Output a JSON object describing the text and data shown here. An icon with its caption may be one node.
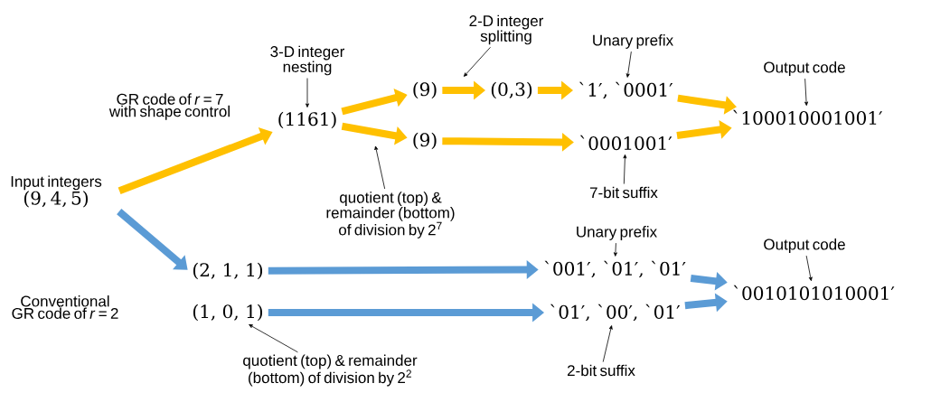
{
  "diagram": {
    "nodes": [
      {
        "text": [
          "Input integers",
          "(9, 4, 5)"
        ]
      },
      {
        "text": [
          "(1161)"
        ]
      },
      {
        "text": [
          "(9)"
        ]
      },
      {
        "text": [
          "(9)"
        ]
      },
      {
        "text": [
          "(0,3)"
        ]
      },
      {
        "text": [
          "`1′, `0001′"
        ]
      },
      {
        "text": [
          "`0001001′"
        ]
      },
      {
        "text": [
          "`100010001001′"
        ]
      },
      {
        "text": [
          "(2, 1, 1)"
        ]
      },
      {
        "text": [
          "(1, 0, 1)"
        ]
      },
      {
        "text": [
          "`001′, `01′, `01′"
        ]
      },
      {
        "text": [
          "`01′, `00′, `01′"
        ]
      },
      {
        "text": [
          "`0010101010001′"
        ]
      },
      {
        "text": [
          "3-D integer nesting"
        ]
      },
      {
        "text": [
          "2-D integer splitting"
        ]
      },
      {
        "text": [
          "Unary prefix"
        ]
      },
      {
        "text": [
          "Output code"
        ]
      },
      {
        "text": [
          "quotient (top) & remainder (bottom) of division by 2$^{7}$"
        ]
      },
      {
        "text": [
          "7-bit suffix"
        ]
      },
      {
        "text": [
          "Unary prefix"
        ]
      },
      {
        "text": [
          "Output code"
        ]
      },
      {
        "text": [
          "quotient (top) & remainder (bottom) of division by 2$^{2}$"
        ]
      },
      {
        "text": [
          "2-bit suffix"
        ]
      }
    ],
    "edges": [
      {
        "from": 0,
        "to": 1,
        "arrow": "to",
        "color": "#ffc000",
        "label": "GR code of *r* = 7 with shape control"
      },
      {
        "from": 0,
        "to": 8,
        "arrow": "to",
        "color": "#5b9bd5",
        "label": "Conventional GR code of *r* = 2"
      },
      {
        "from": 1,
        "to": 2,
        "arrow": "to",
        "color": "#ffc000"
      },
      {
        "from": 1,
        "to": 3,
        "arrow": "to",
        "color": "#ffc000"
      },
      {
        "from": 2,
        "to": 4,
        "arrow": "to",
        "color": "#ffc000"
      },
      {
        "from": 4,
        "to": 5,
        "arrow": "to",
        "color": "#ffc000"
      },
      {
        "from": 3,
        "to": 6,
        "arrow": "to",
        "color": "#ffc000"
      },
      {
        "from": 5,
        "to": 7,
        "arrow": "to",
        "color": "#ffc000"
      },
      {
        "from": 6,
        "to": 7,
        "arrow": "to",
        "color": "#ffc000"
      },
      {
        "from": 8,
        "to": 10,
        "arrow": "to",
        "color": "#5b9bd5"
      },
      {
        "from": 9,
        "to": 11,
        "arrow": "to",
        "color": "#5b9bd5"
      },
      {
        "from": 10,
        "to": 12,
        "arrow": "to",
        "color": "#5b9bd5"
      },
      {
        "from": 11,
        "to": 12,
        "arrow": "to",
        "color": "#5b9bd5"
      },
      {
        "from": 13,
        "to": 1,
        "arrow": "to"
      },
      {
        "from": 14,
        "to": null,
        "arrow": "to"
      },
      {
        "from": 15,
        "to": 5,
        "arrow": "to"
      },
      {
        "from": 16,
        "to": 7,
        "arrow": "to"
      },
      {
        "from": 17,
        "to": null,
        "arrow": "to"
      },
      {
        "from": 18,
        "to": 6,
        "arrow": "to"
      },
      {
        "from": 19,
        "to": 10,
        "arrow": "to"
      },
      {
        "from": 20,
        "to": 12,
        "arrow": "to"
      },
      {
        "from": 21,
        "to": 9,
        "arrow": "to"
      },
      {
        "from": 22,
        "to": 11,
        "arrow": "to"
      }
    ]
  }
}
